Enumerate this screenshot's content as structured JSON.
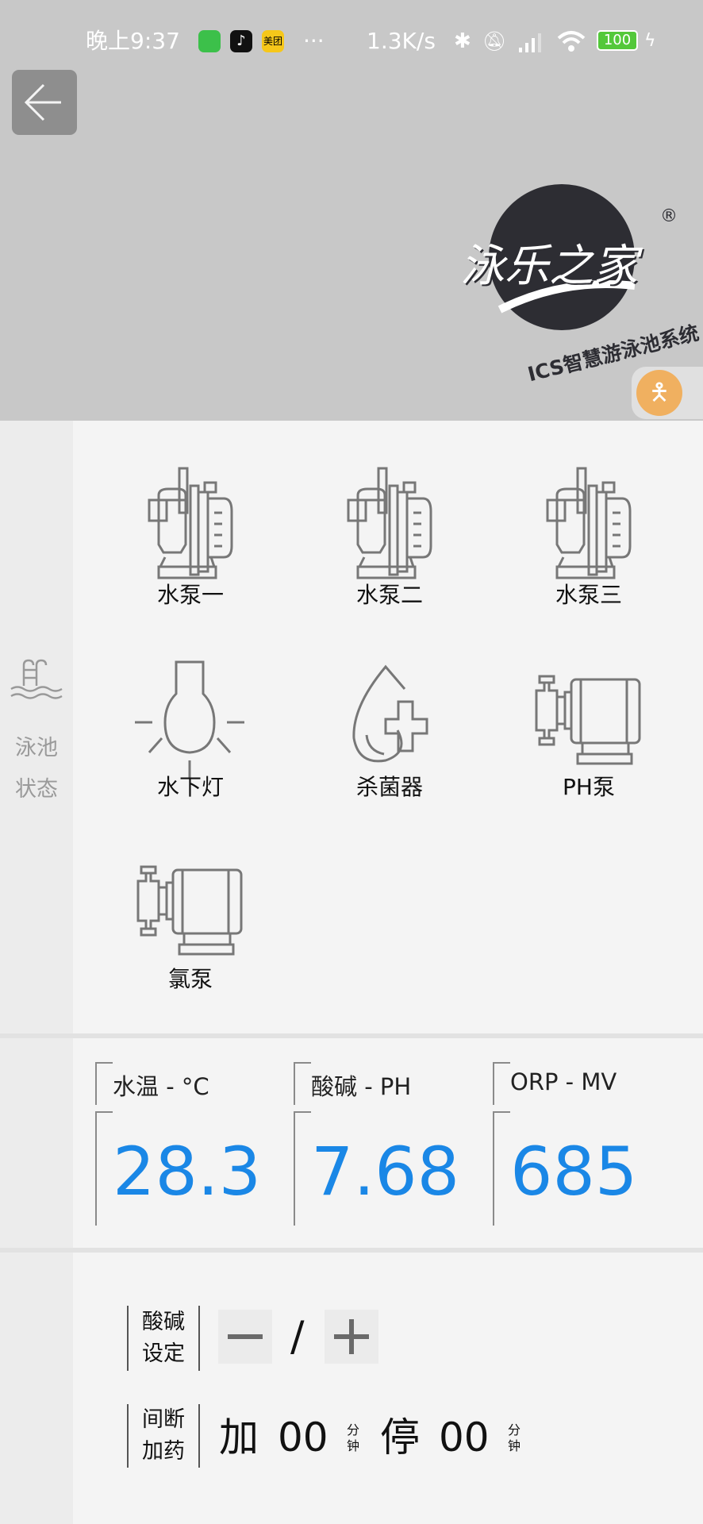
{
  "status_bar": {
    "time": "晚上9:37",
    "app_badges": [
      "wechat-mini-icon",
      "tiktok-icon",
      "美团"
    ],
    "more": "···",
    "net_speed": "1.3K/s",
    "battery": "100"
  },
  "header": {
    "logo_text": "泳乐之家",
    "logo_subtitle": "ICS智慧游泳池系统",
    "registered": "®"
  },
  "sidebar": {
    "label_line1": "泳池",
    "label_line2": "状态"
  },
  "devices": [
    {
      "label": "水泵一",
      "icon": "water-pump-icon"
    },
    {
      "label": "水泵二",
      "icon": "water-pump-icon"
    },
    {
      "label": "水泵三",
      "icon": "water-pump-icon"
    },
    {
      "label": "水下灯",
      "icon": "underwater-light-icon"
    },
    {
      "label": "杀菌器",
      "icon": "sterilizer-icon"
    },
    {
      "label": "PH泵",
      "icon": "dosing-pump-icon"
    },
    {
      "label": "氯泵",
      "icon": "dosing-pump-icon"
    }
  ],
  "sensors": [
    {
      "label": "水温 - °C",
      "value": "28.3"
    },
    {
      "label": "酸碱 - PH",
      "value": "7.68"
    },
    {
      "label": "ORP - MV",
      "value": "685"
    }
  ],
  "controls": {
    "ph_setting": {
      "label_line1": "酸碱",
      "label_line2": "设定",
      "minus": "—",
      "separator": "/",
      "plus": "+"
    },
    "intermittent": {
      "label_line1": "间断",
      "label_line2": "加药",
      "add_label": "加",
      "add_value": "00",
      "stop_label": "停",
      "stop_value": "00",
      "unit_line1": "分",
      "unit_line2": "钟"
    }
  },
  "colors": {
    "value_blue": "#1a87e6",
    "header_gray": "#c8c8c8",
    "accessibility_orange": "#f0b060"
  }
}
